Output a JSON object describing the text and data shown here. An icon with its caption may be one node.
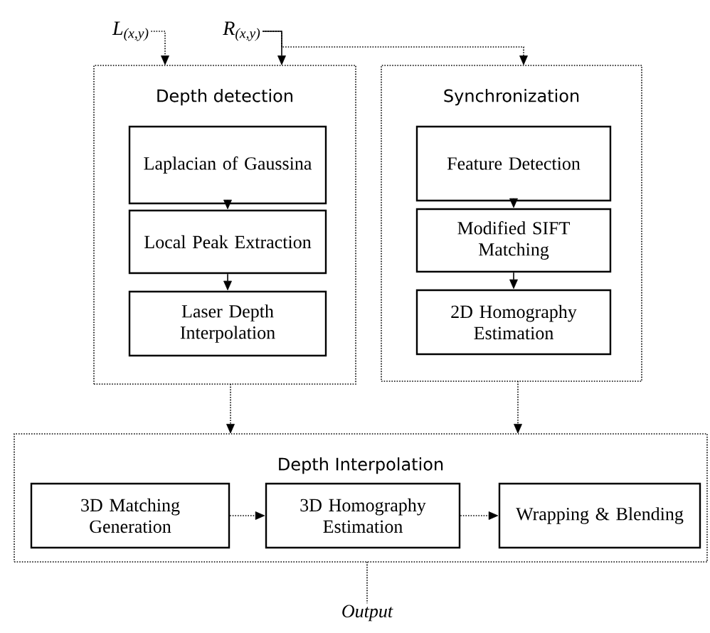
{
  "diagram": {
    "nodes": [
      {
        "text": [
          "L$_{(x,y)}$"
        ]
      },
      {
        "text": [
          "R$_{(x,y)}$"
        ]
      },
      {
        "text": [
          "Depth detection"
        ]
      },
      {
        "text": [
          "Laplacian of Gaussina"
        ],
        "in": 2
      },
      {
        "text": [
          "Local Peak Extraction"
        ],
        "in": 2
      },
      {
        "text": [
          "Laser Depth Interpolation"
        ],
        "in": 2
      },
      {
        "text": [
          "Synchronization"
        ]
      },
      {
        "text": [
          "Feature Detection"
        ],
        "in": 6
      },
      {
        "text": [
          "Modified SIFT Matching"
        ],
        "in": 6
      },
      {
        "text": [
          "2D Homography Estimation"
        ],
        "in": 6
      },
      {
        "text": [
          "Depth Interpolation"
        ]
      },
      {
        "text": [
          "3D Matching Generation"
        ],
        "in": 10
      },
      {
        "text": [
          "3D Homography Estimation"
        ],
        "in": 10
      },
      {
        "text": [
          "Wrapping & Blending"
        ],
        "in": 10
      },
      {
        "text": [
          "Output"
        ]
      }
    ],
    "edges": [
      {
        "from": 0,
        "to": 2,
        "arrow": "to",
        "style": "dashed"
      },
      {
        "from": 1,
        "to": 2,
        "arrow": "to"
      },
      {
        "from": 1,
        "to": 6,
        "arrow": "to",
        "style": "dashed"
      },
      {
        "from": 3,
        "to": 4,
        "arrow": "to"
      },
      {
        "from": 4,
        "to": 5,
        "arrow": "to"
      },
      {
        "from": 7,
        "to": 8,
        "arrow": "to"
      },
      {
        "from": 8,
        "to": 9,
        "arrow": "to"
      },
      {
        "from": 2,
        "to": 10,
        "arrow": "to",
        "style": "dashed"
      },
      {
        "from": 6,
        "to": 10,
        "arrow": "to",
        "style": "dashed"
      },
      {
        "from": 11,
        "to": 12,
        "arrow": "to",
        "style": "dashed"
      },
      {
        "from": 12,
        "to": 13,
        "arrow": "to",
        "style": "dashed"
      },
      {
        "from": 10,
        "to": 14,
        "arrow": "none",
        "style": "dashed"
      }
    ]
  }
}
